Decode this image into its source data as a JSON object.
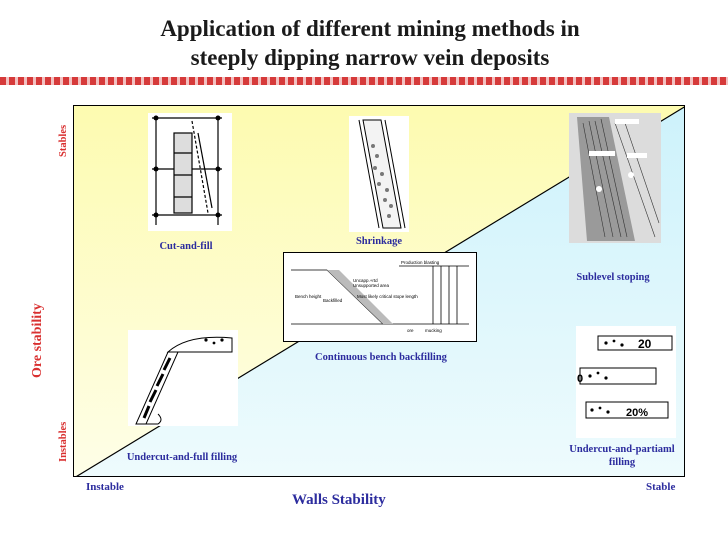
{
  "title": {
    "line1": "Application of different mining methods in",
    "line2": "steeply dipping narrow vein deposits"
  },
  "axes": {
    "y_title": "Ore stability",
    "y_top": "Stables",
    "y_bottom": "Instables",
    "x_title": "Walls Stability",
    "x_left": "Instable",
    "x_right": "Stable"
  },
  "methods": {
    "cut_and_fill": "Cut-and-fill",
    "shrinkage": "Shrinkage",
    "sublevel": "Sublevel stoping",
    "bench": "Continuous bench backfilling",
    "undercut_full": "Undercut-and-full filling",
    "undercut_partial_1": "Undercut-and-partiaml",
    "undercut_partial_2": "filling"
  },
  "bench_figure_text": {
    "production_blasting": "Production blasting",
    "uncapped": "Uncapp.+rtd",
    "unsupported": "Unsupported area",
    "most_likely": "Most likely critical stope length",
    "bench_height": "Bench height",
    "backfilled": "Backfilled",
    "ore": "ore",
    "mucking": "mucking"
  },
  "partial_figure_text": {
    "pct_top": "20",
    "pct_bottom": "20%",
    "left_zero": "0"
  },
  "colors": {
    "upper_left_bg": "#fdfcc8",
    "lower_right_bg": "#d6f4fb",
    "method_label": "#2c2c9e",
    "axis_red": "#d93030"
  }
}
